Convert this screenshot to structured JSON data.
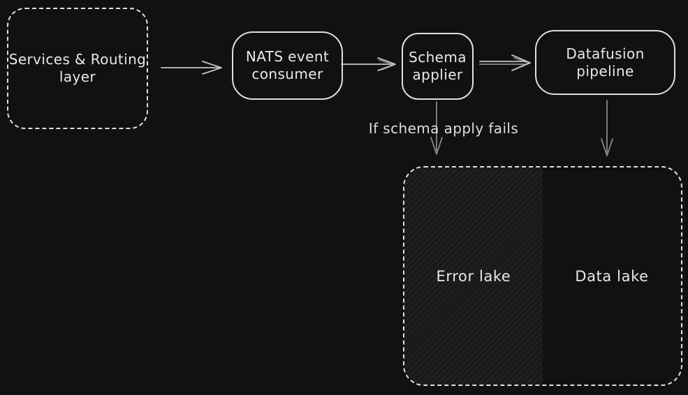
{
  "diagram": {
    "background_color": "#111111",
    "stroke_color": "#dfdfdf",
    "text_color": "#e8e8e8",
    "arrow_color": "#c4c4c4",
    "muted_arrow_color": "#8f8f8f",
    "hatch_fill_color": "#191919",
    "nodes": {
      "services": {
        "label": "Services & Routing\nlayer"
      },
      "nats": {
        "label": "NATS event\nconsumer"
      },
      "schema": {
        "label": "Schema\napplier"
      },
      "datafusion": {
        "label": "Datafusion pipeline"
      },
      "error_lake": {
        "label": "Error lake"
      },
      "data_lake": {
        "label": "Data lake"
      }
    },
    "edge_labels": {
      "schema_fail": "If schema apply fails"
    }
  }
}
